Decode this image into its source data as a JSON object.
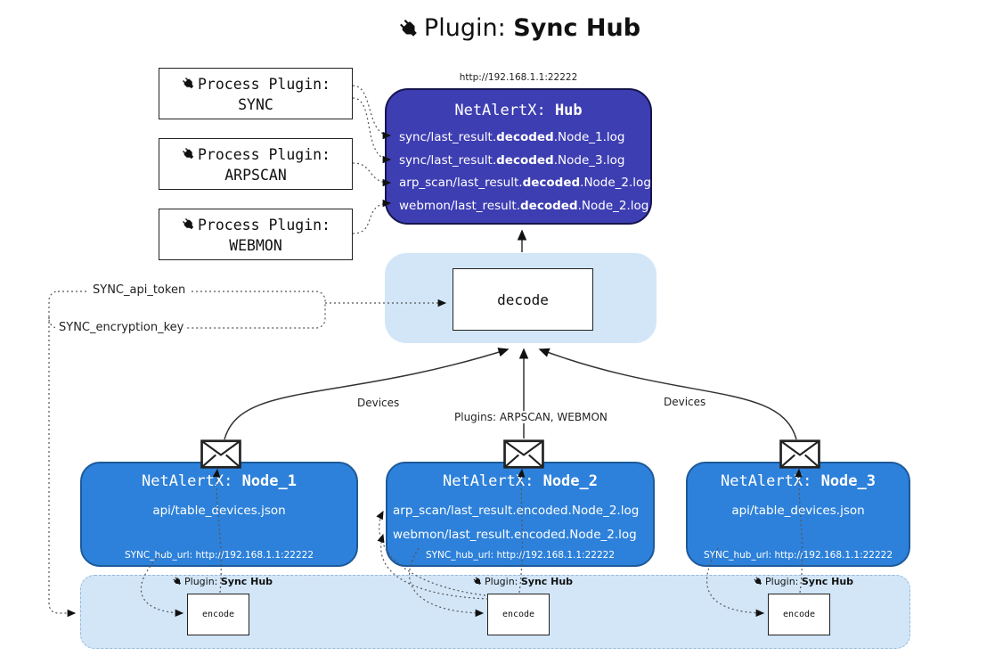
{
  "title": {
    "prefix": "Plugin: ",
    "bold": "Sync Hub"
  },
  "process_plugins": [
    {
      "label": "Process Plugin:",
      "name": "SYNC"
    },
    {
      "label": "Process Plugin:",
      "name": "ARPSCAN"
    },
    {
      "label": "Process Plugin:",
      "name": "WEBMON"
    }
  ],
  "hub": {
    "url": "http://192.168.1.1:22222",
    "title_prefix": "NetAlertX: ",
    "title_bold": "Hub",
    "logs": [
      {
        "pre": "sync/last_result.",
        "bold": "decoded",
        "post": ".Node_1.log"
      },
      {
        "pre": "sync/last_result.",
        "bold": "decoded",
        "post": ".Node_3.log"
      },
      {
        "pre": "arp_scan/last_result.",
        "bold": "decoded",
        "post": ".Node_2.log"
      },
      {
        "pre": "webmon/last_result.",
        "bold": "decoded",
        "post": ".Node_2.log"
      }
    ]
  },
  "decode": {
    "label": "decode"
  },
  "config": {
    "api_token": "SYNC_api_token",
    "encryption_key": "SYNC_encryption_key"
  },
  "edges": {
    "left": "Devices",
    "center": "Plugins: ARPSCAN, WEBMON",
    "right": "Devices"
  },
  "nodes": [
    {
      "title_prefix": "NetAlertX: ",
      "title_bold": "Node_1",
      "lines": [
        "api/table_devices.json"
      ],
      "hub_url": "SYNC_hub_url: http://192.168.1.1:22222"
    },
    {
      "title_prefix": "NetAlertX: ",
      "title_bold": "Node_2",
      "lines": [
        "arp_scan/last_result.encoded.Node_2.log",
        "webmon/last_result.encoded.Node_2.log"
      ],
      "hub_url": "SYNC_hub_url: http://192.168.1.1:22222"
    },
    {
      "title_prefix": "NetAlertX: ",
      "title_bold": "Node_3",
      "lines": [
        "api/table_devices.json"
      ],
      "hub_url": "SYNC_hub_url: http://192.168.1.1:22222"
    }
  ],
  "encode": {
    "plugin_prefix": "Plugin: ",
    "plugin_bold": "Sync Hub",
    "label": "encode"
  },
  "colors": {
    "hub": "#3e3eb3",
    "node": "#2d81da",
    "panel": "#d2e6f8",
    "line": "#333333"
  }
}
